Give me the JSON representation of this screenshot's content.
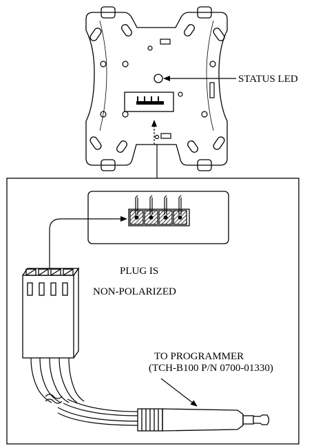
{
  "labels": {
    "status_led": "STATUS LED",
    "plug_line1": "PLUG IS",
    "plug_line2": "NON-POLARIZED",
    "programmer_line1": "TO PROGRAMMER",
    "programmer_line2": "(TCH-B100 P/N 0700-01330)"
  },
  "connector": {
    "pin_count": 4
  }
}
